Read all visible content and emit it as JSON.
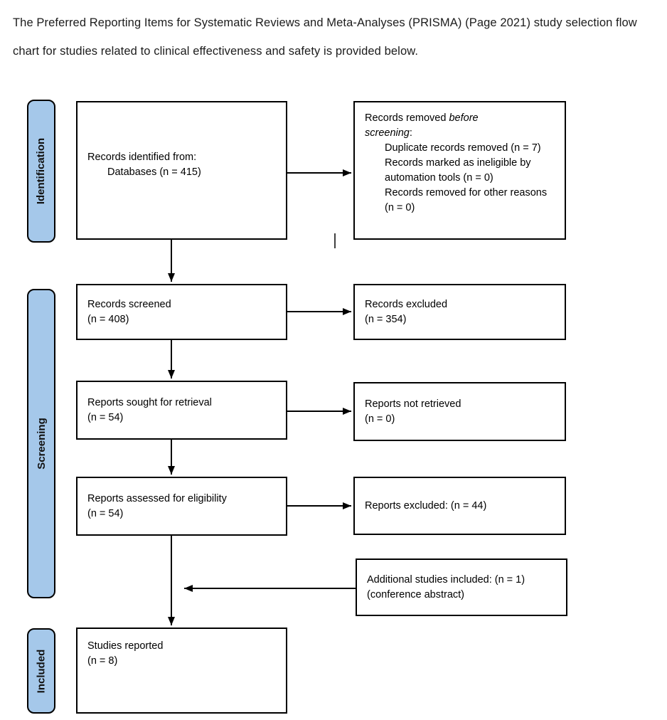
{
  "title": "The Preferred Reporting Items for Systematic Reviews and Meta-Analyses (PRISMA) (Page 2021) study selection flow chart for studies related to clinical effectiveness and safety is provided below.",
  "stage_labels": {
    "identification": "Identification",
    "screening": "Screening",
    "included": "Included"
  },
  "boxes": {
    "records_identified": {
      "line1": "Records identified from:",
      "line2": "Databases (n = 415)"
    },
    "records_removed": {
      "lead": "Records removed ",
      "lead_italic1": "before",
      "lead_italic2": "screening",
      "lead_end": ":",
      "items": [
        "Duplicate records removed (n = 7)",
        "Records marked as ineligible by automation tools (n = 0)",
        "Records removed for other reasons (n = 0)"
      ]
    },
    "records_screened": {
      "line1": "Records screened",
      "line2": "(n = 408)"
    },
    "records_excluded": {
      "line1": "Records excluded",
      "line2": "(n = 354)"
    },
    "reports_sought": {
      "line1": "Reports sought for retrieval",
      "line2": "(n = 54)"
    },
    "reports_not_retrieved": {
      "line1": "Reports not retrieved",
      "line2": "(n = 0)"
    },
    "reports_assessed": {
      "line1": "Reports assessed for eligibility",
      "line2": "(n = 54)"
    },
    "reports_excluded": {
      "line1": "Reports excluded: (n = 44)"
    },
    "additional_studies": {
      "line1": "Additional studies included: (n = 1) (conference abstract)"
    },
    "studies_reported": {
      "line1": "Studies reported",
      "line2": "(n = 8)"
    }
  },
  "colors": {
    "stage_fill": "#A5C8EA",
    "box_border": "#000000",
    "arrow": "#000000",
    "background": "#FFFFFF",
    "text": "#000000"
  }
}
